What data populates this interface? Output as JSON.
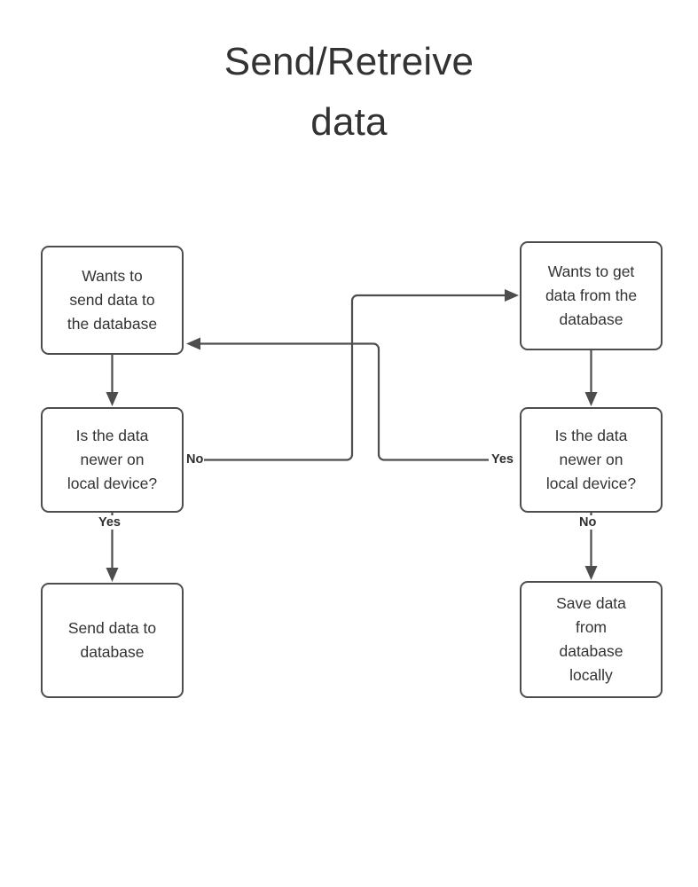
{
  "diagram": {
    "title": "Send/Retreive\ndata",
    "background_color": "#ffffff",
    "node_border_color": "#4d4d4d",
    "text_color": "#333333",
    "nodes": [
      {
        "id": "send-intent",
        "label": "Wants to\nsend data to\nthe database"
      },
      {
        "id": "send-decide",
        "label": "Is the data\nnewer on\nlocal device?"
      },
      {
        "id": "send-action",
        "label": "Send data to\ndatabase"
      },
      {
        "id": "get-intent",
        "label": "Wants to get\ndata from the\ndatabase"
      },
      {
        "id": "get-decide",
        "label": "Is the data\nnewer on\nlocal device?"
      },
      {
        "id": "get-action",
        "label": "Save data\nfrom\ndatabase\nlocally"
      }
    ],
    "edge_labels": {
      "left_decision_right": "No",
      "right_decision_left": "Yes",
      "left_decision_down": "Yes",
      "right_decision_down": "No"
    },
    "edges": [
      {
        "from": "send-intent",
        "to": "send-decide",
        "label": ""
      },
      {
        "from": "send-decide",
        "to": "send-action",
        "label": "Yes"
      },
      {
        "from": "send-decide",
        "to": "get-intent",
        "label": "No"
      },
      {
        "from": "get-intent",
        "to": "get-decide",
        "label": ""
      },
      {
        "from": "get-decide",
        "to": "get-action",
        "label": "No"
      },
      {
        "from": "get-decide",
        "to": "send-intent",
        "label": "Yes"
      }
    ]
  }
}
